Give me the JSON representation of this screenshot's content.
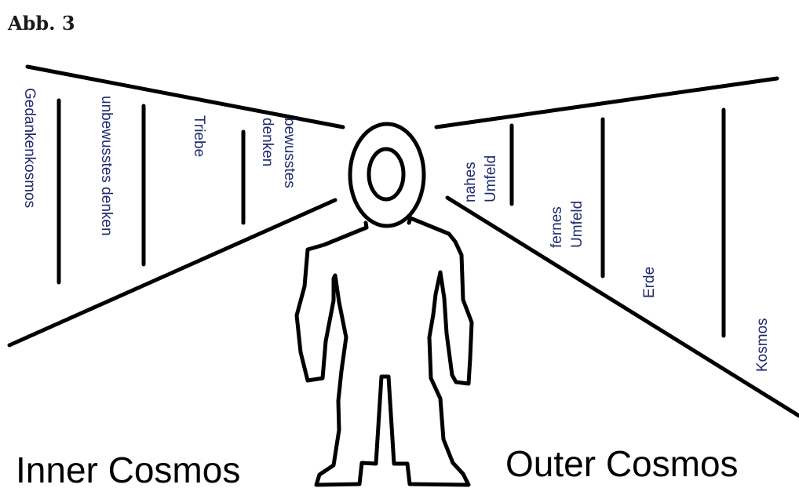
{
  "figure": {
    "title": "Abb. 3"
  },
  "inner": {
    "heading": "Inner Cosmos",
    "levels": [
      {
        "lines": [
          "Gedankenkosmos"
        ]
      },
      {
        "lines": [
          "unbewusstes denken"
        ]
      },
      {
        "lines": [
          "Triebe"
        ]
      },
      {
        "lines": [
          "bewusstes",
          "denken"
        ]
      }
    ]
  },
  "outer": {
    "heading": "Outer Cosmos",
    "levels": [
      {
        "lines": [
          "nahes",
          "Umfeld"
        ]
      },
      {
        "lines": [
          "fernes",
          "Umfeld"
        ]
      },
      {
        "lines": [
          "Erde"
        ]
      },
      {
        "lines": [
          "Kosmos"
        ]
      }
    ]
  },
  "colors": {
    "stroke": "#000000",
    "label_text": "#1f2a6e",
    "background": "#ffffff"
  }
}
